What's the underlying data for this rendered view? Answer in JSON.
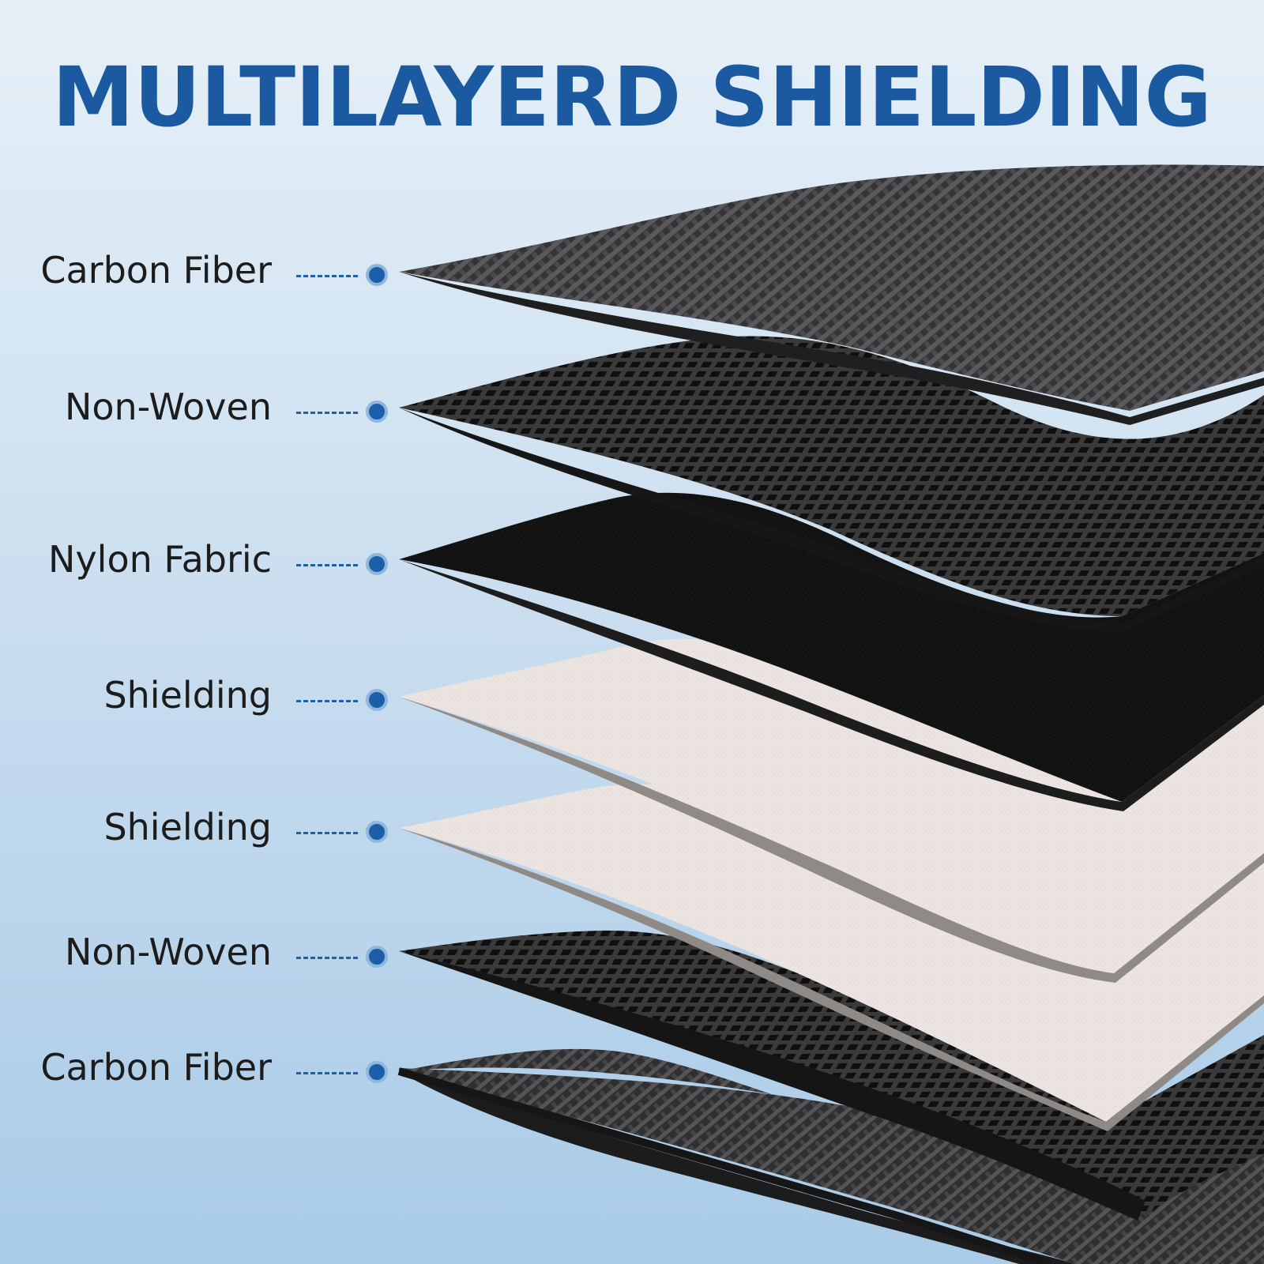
{
  "title": "MULTILAYERD SHIELDING",
  "colors": {
    "title": "#1b5aa0",
    "label_text": "#1c1c1c",
    "accent_dot": "#1c5fa8",
    "dot_ring": "#8fb6dc",
    "leader_line": "#2060a8",
    "carbon_fiber": "#3a3a3c",
    "non_woven": "#262627",
    "nylon_fabric": "#121213",
    "shielding": "#e9e2de",
    "shielding_edge": "#8f8a86",
    "dark_edge": "#1a1a1a"
  },
  "layers": [
    {
      "label": "Carbon Fiber",
      "material": "carbon-fiber"
    },
    {
      "label": "Non-Woven",
      "material": "non-woven"
    },
    {
      "label": "Nylon Fabric",
      "material": "nylon-fabric"
    },
    {
      "label": "Shielding",
      "material": "shielding"
    },
    {
      "label": "Shielding",
      "material": "shielding"
    },
    {
      "label": "Non-Woven",
      "material": "non-woven"
    },
    {
      "label": "Carbon Fiber",
      "material": "carbon-fiber"
    }
  ]
}
